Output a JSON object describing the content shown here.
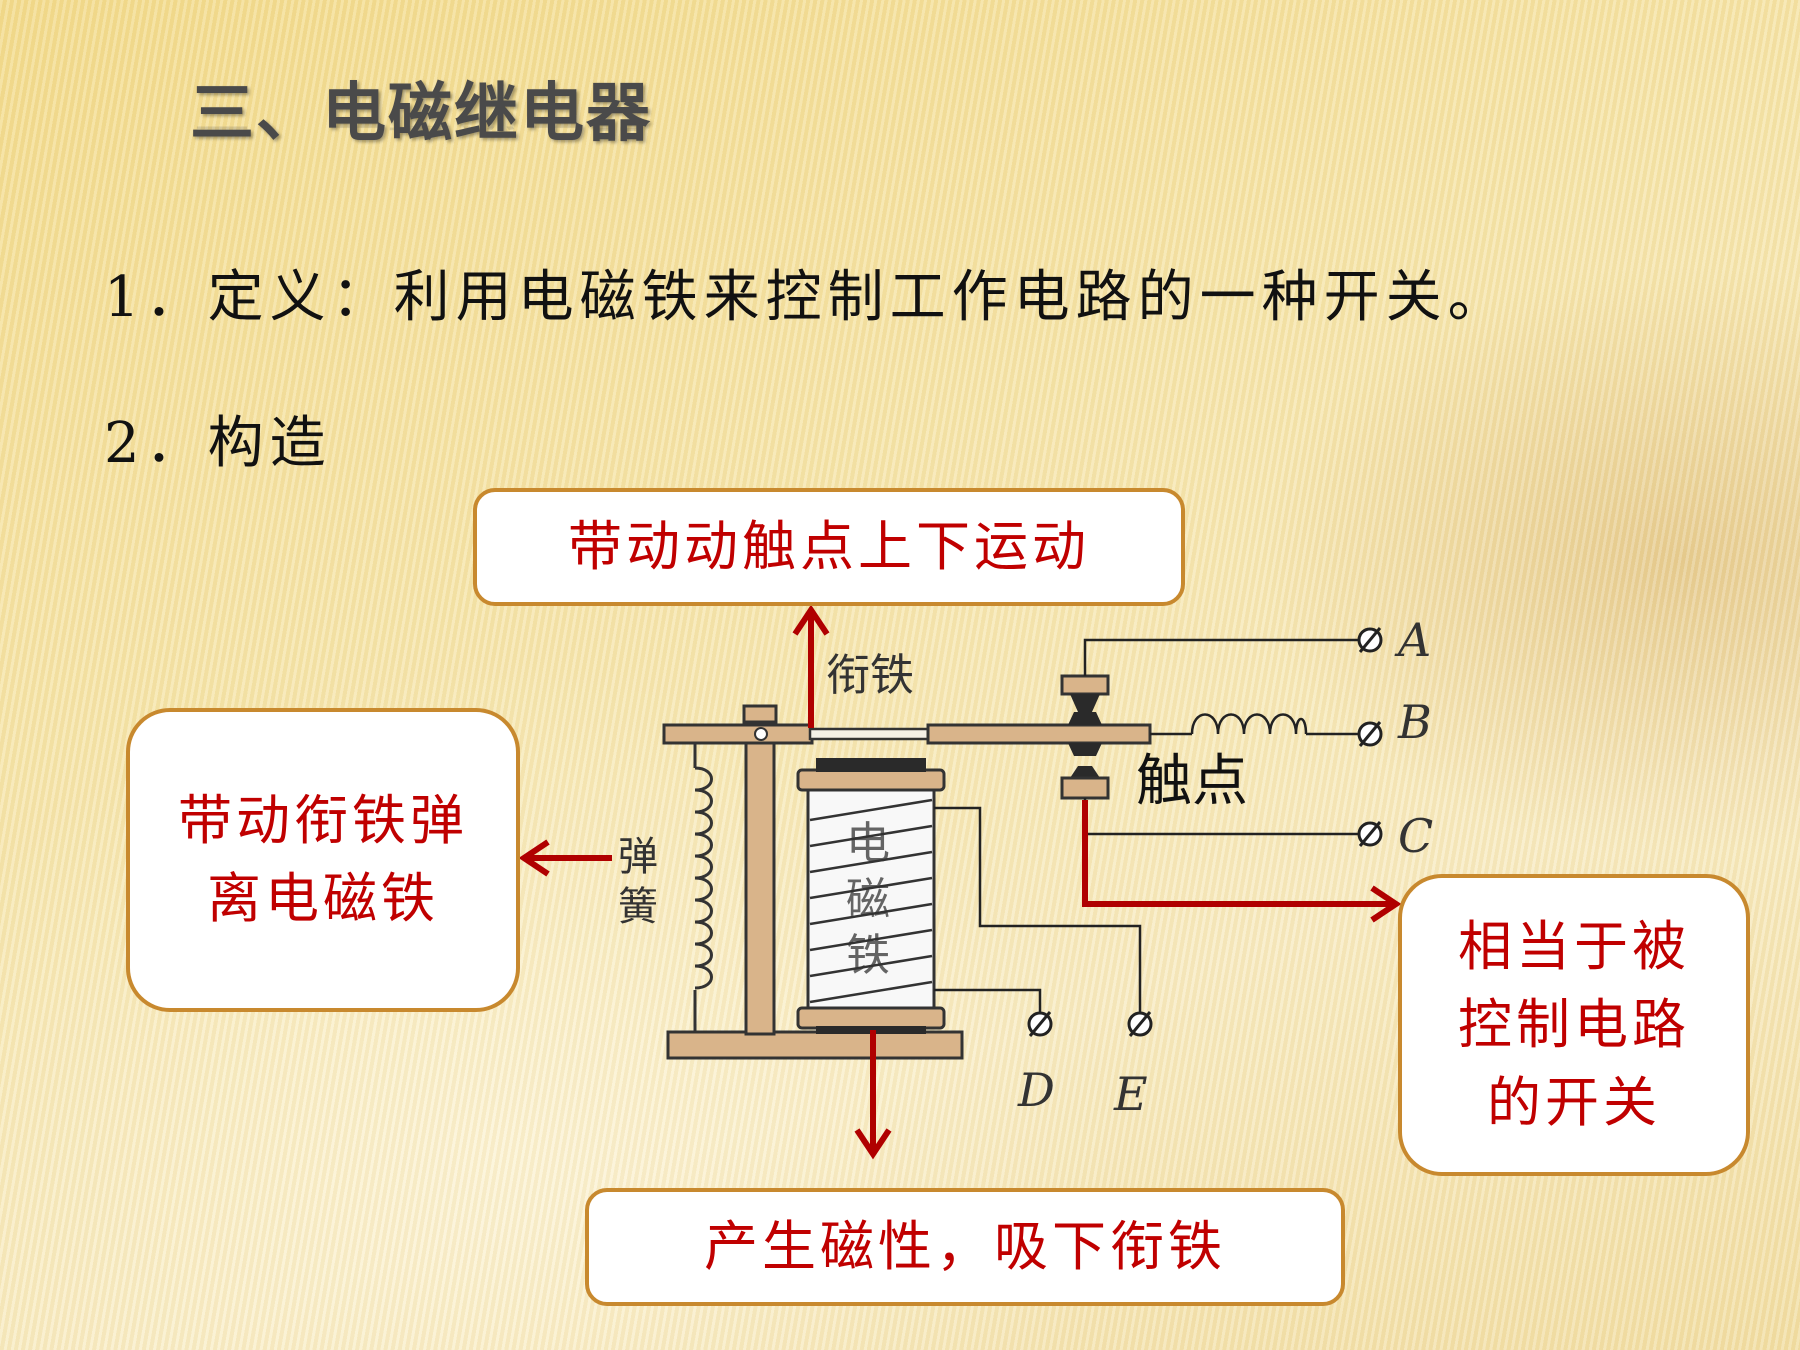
{
  "title": "三、电磁继电器",
  "definition": "1．定义：利用电磁铁来控制工作电路的一种开关。",
  "structure": "2．构造",
  "callouts": {
    "top": "带动动触点上下运动",
    "left_line1": "带动衔铁弹",
    "left_line2": "离电磁铁",
    "right_line1": "相当于被",
    "right_line2": "控制电路",
    "right_line3": "的开关",
    "bottom": "产生磁性，吸下衔铁"
  },
  "diagram_labels": {
    "armature": "衔铁",
    "spring_line1": "弹",
    "spring_line2": "簧",
    "electromagnet_1": "电",
    "electromagnet_2": "磁",
    "electromagnet_3": "铁",
    "contacts": "触点",
    "terminal_a": "A",
    "terminal_b": "B",
    "terminal_c": "C",
    "terminal_d": "D",
    "terminal_e": "E"
  },
  "colors": {
    "callout_text": "#c00000",
    "callout_border": "#c8892e",
    "arrow": "#b00000",
    "wood": "#d9b48a",
    "wire": "#222222"
  }
}
